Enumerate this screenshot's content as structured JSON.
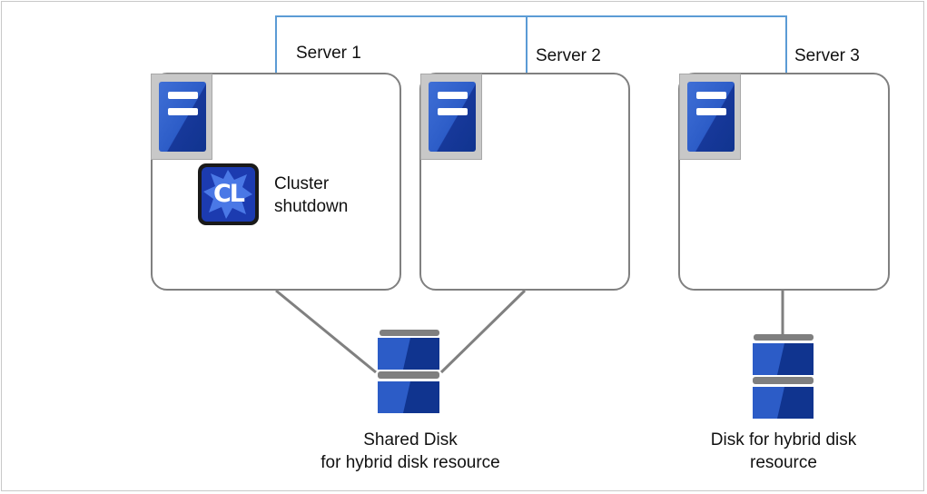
{
  "servers": [
    {
      "label": "Server 1"
    },
    {
      "label": "Server 2"
    },
    {
      "label": "Server 3"
    }
  ],
  "cluster_shutdown": {
    "icon_text": "CL",
    "line1": "Cluster",
    "line2": "shutdown"
  },
  "shared_disk": {
    "line1": "Shared Disk",
    "line2": "for hybrid disk resource"
  },
  "local_disk": {
    "line1": "Disk for hybrid disk",
    "line2": "resource"
  },
  "colors": {
    "network_line": "#5b9bd5",
    "connector": "#808080",
    "disk_blue": "#2c5cc7",
    "disk_dark": "#10348f"
  }
}
